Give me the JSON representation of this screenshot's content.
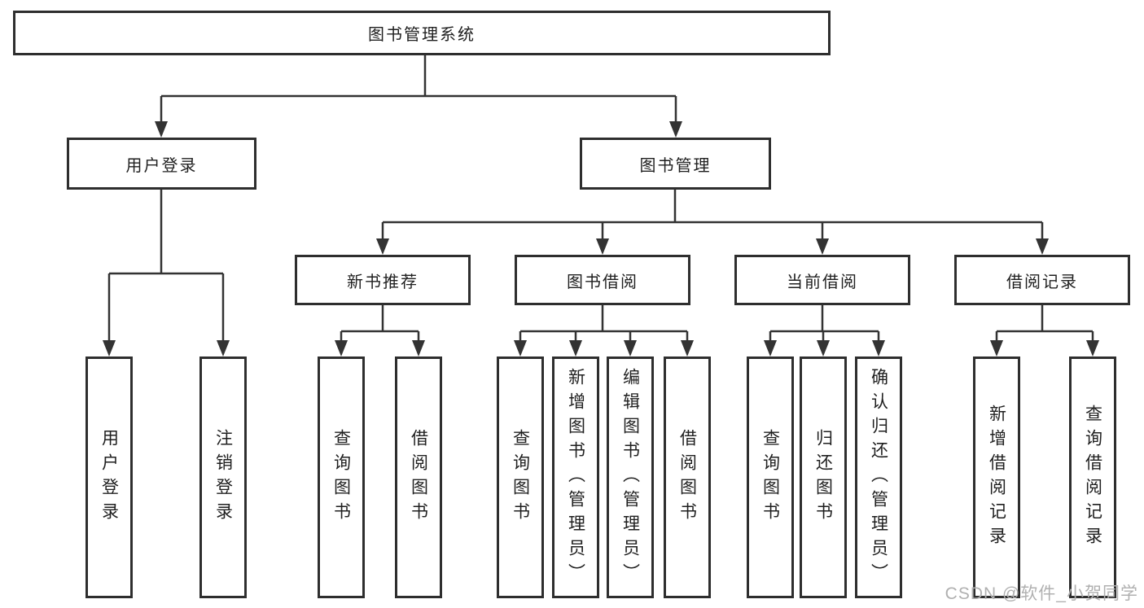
{
  "diagram": {
    "root": {
      "label": "图书管理系统"
    },
    "branches": [
      {
        "label": "用户登录",
        "children": [
          {
            "label": "用户登录"
          },
          {
            "label": "注销登录"
          }
        ]
      },
      {
        "label": "图书管理",
        "children": [
          {
            "label": "新书推荐",
            "children": [
              {
                "label": "查询图书"
              },
              {
                "label": "借阅图书"
              }
            ]
          },
          {
            "label": "图书借阅",
            "children": [
              {
                "label": "查询图书"
              },
              {
                "label": "新增图书（管理员）"
              },
              {
                "label": "编辑图书（管理员）"
              },
              {
                "label": "借阅图书"
              }
            ]
          },
          {
            "label": "当前借阅",
            "children": [
              {
                "label": "查询图书"
              },
              {
                "label": "归还图书"
              },
              {
                "label": "确认归还（管理员）"
              }
            ]
          },
          {
            "label": "借阅记录",
            "children": [
              {
                "label": "新增借阅记录"
              },
              {
                "label": "查询借阅记录"
              }
            ]
          }
        ]
      }
    ],
    "watermark": "CSDN @软件_小贺同学",
    "colors": {
      "line": "#333333",
      "box_border": "#2e2e2e",
      "text": "#1f1f1f",
      "watermark": "#b0b0b0",
      "background": "#ffffff"
    }
  }
}
